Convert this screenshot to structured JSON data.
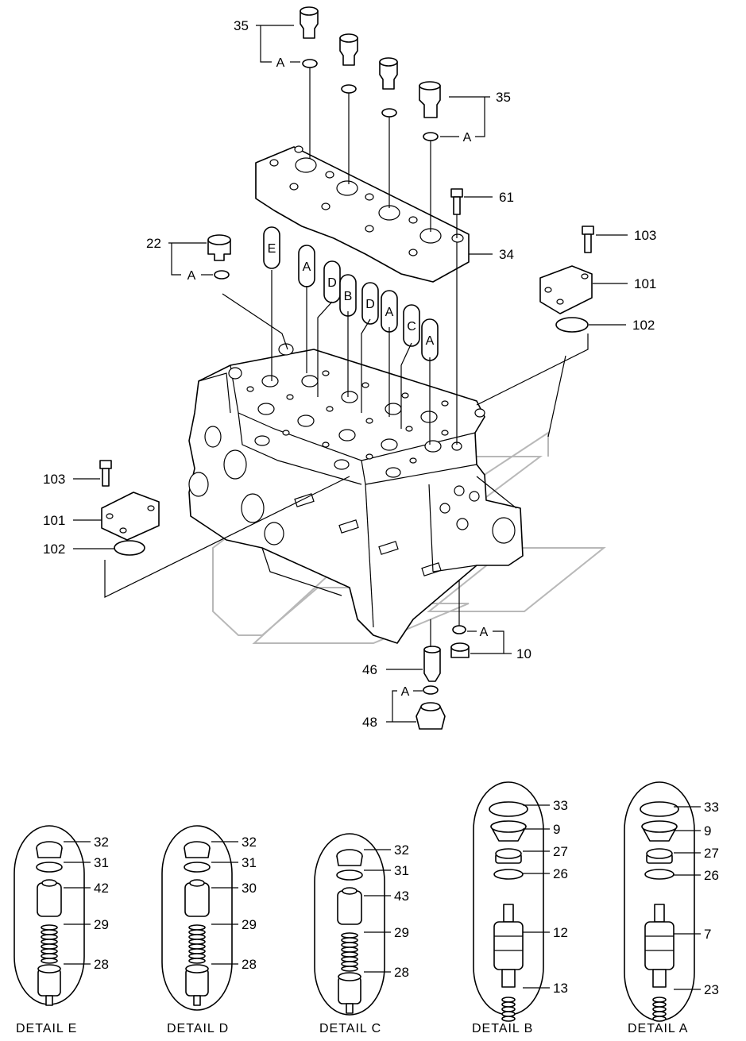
{
  "labels": {
    "l35a": "35",
    "l35b": "35",
    "l61": "61",
    "l34": "34",
    "l22": "22",
    "l103a": "103",
    "l101a": "101",
    "l102a": "102",
    "l103b": "103",
    "l101b": "101",
    "l102b": "102",
    "l10": "10",
    "l46": "46",
    "l48": "48"
  },
  "a_markers": [
    "A",
    "A",
    "A",
    "A",
    "A"
  ],
  "seal_tags": [
    "E",
    "A",
    "D",
    "B",
    "D",
    "A",
    "C",
    "A"
  ],
  "details": [
    {
      "title": "DETAIL  E",
      "labels": [
        "32",
        "31",
        "42",
        "29",
        "28"
      ]
    },
    {
      "title": "DETAIL  D",
      "labels": [
        "32",
        "31",
        "30",
        "29",
        "28"
      ]
    },
    {
      "title": "DETAIL  C",
      "labels": [
        "32",
        "31",
        "43",
        "29",
        "28"
      ]
    },
    {
      "title": "DETAIL  B",
      "labels": [
        "33",
        "9",
        "27",
        "26",
        "12",
        "13"
      ]
    },
    {
      "title": "DETAIL  A",
      "labels": [
        "33",
        "9",
        "27",
        "26",
        "7",
        "23"
      ]
    }
  ]
}
